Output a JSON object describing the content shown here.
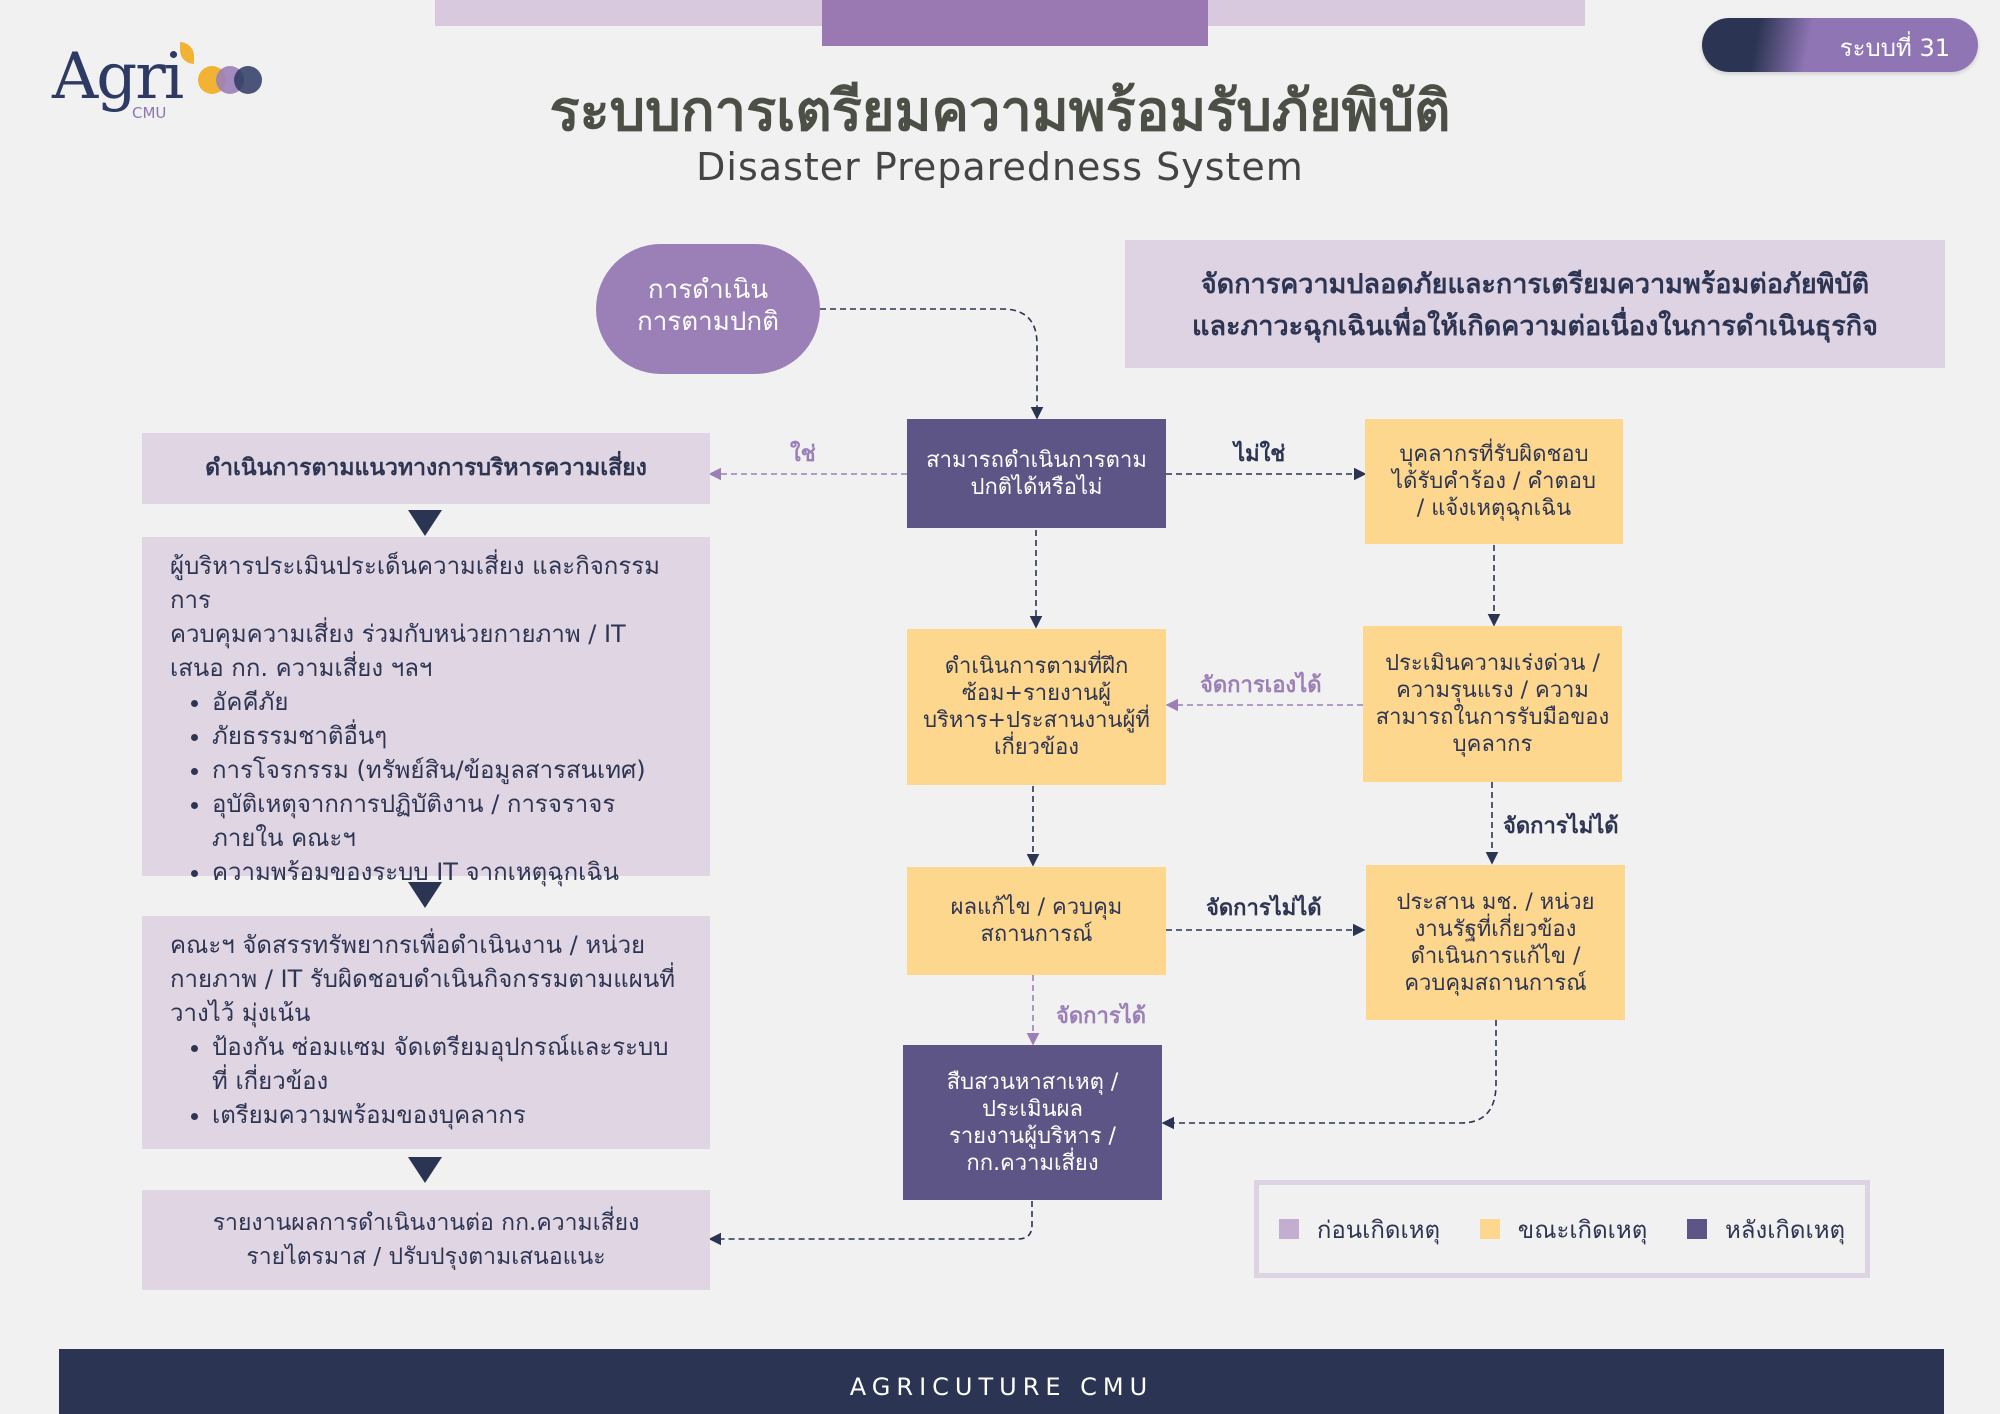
{
  "badge": {
    "label": "ระบบที่ 31"
  },
  "logo": {
    "text": "Agri",
    "sub": "CMU"
  },
  "title": {
    "thai": "ระบบการเตรียมความพร้อมรับภัยพิบัติ",
    "english": "Disaster Preparedness System"
  },
  "objective": {
    "line1": "จัดการความปลอดภัยและการเตรียมความพร้อมต่อภัยพิบัติ",
    "line2": "และภาวะฉุกเฉินเพื่อให้เกิดความต่อเนื่องในการดำเนินธุรกิจ"
  },
  "flow": {
    "start": {
      "line1": "การดำเนิน",
      "line2": "การตามปกติ"
    },
    "decision": {
      "line1": "สามารถดำเนินการตาม",
      "line2": "ปกติได้หรือไม่"
    },
    "personnel": {
      "line1": "บุคลากรที่รับผิดชอบ",
      "line2": "ได้รับคำร้อง / คำตอบ",
      "line3": "/ แจ้งเหตุฉุกเฉิน"
    },
    "practice": {
      "line1": "ดำเนินการตามที่ฝึก",
      "line2": "ซ้อม+รายงานผู้",
      "line3": "บริหาร+ประสานงานผู้ที่",
      "line4": "เกี่ยวข้อง"
    },
    "assess": {
      "line1": "ประเมินความเร่งด่วน /",
      "line2": "ความรุนแรง / ความ",
      "line3": "สามารถในการรับมือของ",
      "line4": "บุคลากร"
    },
    "outcome": {
      "line1": "ผลแก้ไข / ควบคุม",
      "line2": "สถานการณ์"
    },
    "coordinate": {
      "line1": "ประสาน มช. / หน่วย",
      "line2": "งานรัฐที่เกี่ยวข้อง",
      "line3": "ดำเนินการแก้ไข /",
      "line4": "ควบคุมสถานการณ์"
    },
    "investigate": {
      "line1": "สืบสวนหาสาเหตุ /",
      "line2": "ประเมินผล",
      "line3": "รายงานผู้บริหาร /",
      "line4": "กก.ความเสี่ยง"
    }
  },
  "edges": {
    "yes": "ใช่",
    "no": "ไม่ใช่",
    "self_handle": "จัดการเองได้",
    "cannot_handle_1": "จัดการไม่ได้",
    "cannot_handle_2": "จัดการไม่ได้",
    "can_handle": "จัดการได้"
  },
  "left": {
    "risk_header": "ดำเนินการตามแนวทางการบริหารความเสี่ยง",
    "assess_block": {
      "intro1": "ผู้บริหารประเมินประเด็นความเสี่ยง และกิจกรรมการ",
      "intro2": "ควบคุมความเสี่ยง ร่วมกับหน่วยกายภาพ / IT",
      "intro3": "เสนอ กก. ความเสี่ยง ฯลฯ",
      "items": [
        "อัคคีภัย",
        "ภัยธรรมชาติอื่นๆ",
        "การโจรกรรม (ทรัพย์สิน/ข้อมูลสารสนเทศ)",
        "อุบัติเหตุจากการปฏิบัติงาน / การจราจรภายใน คณะฯ",
        "ความพร้อมของระบบ IT จากเหตุฉุกเฉิน"
      ]
    },
    "resource_block": {
      "intro1": "คณะฯ จัดสรรทรัพยากรเพื่อดำเนินงาน / หน่วย",
      "intro2": "กายภาพ / IT รับผิดชอบดำเนินกิจกรรมตามแผนที่",
      "intro3": "วางไว้ มุ่งเน้น",
      "items": [
        "ป้องกัน ซ่อมแซม จัดเตรียมอุปกรณ์และระบบที่ เกี่ยวข้อง",
        "เตรียมความพร้อมของบุคลากร"
      ]
    },
    "report_block": {
      "line1": "รายงานผลการดำเนินงานต่อ กก.ความเสี่ยง",
      "line2": "รายไตรมาส / ปรับปรุงตามเสนอแนะ"
    }
  },
  "legend": {
    "before": {
      "label": "ก่อนเกิดเหตุ",
      "color": "#c3aed0"
    },
    "during": {
      "label": "ขณะเกิดเหตุ",
      "color": "#fdd78d"
    },
    "after": {
      "label": "หลังเกิดเหตุ",
      "color": "#5d5586"
    }
  },
  "footer": {
    "text": "AGRICUTURE CMU"
  },
  "colors": {
    "dark_navy": "#2b3553",
    "purple_dark": "#5d5586",
    "lilac": "#e0d5e2",
    "yellow": "#fdd78d",
    "accent_purple": "#9b80b8"
  }
}
